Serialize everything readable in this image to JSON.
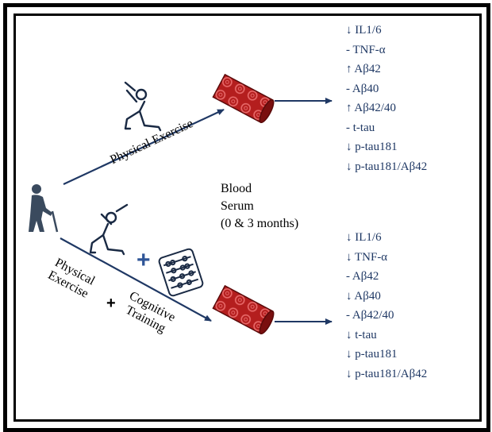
{
  "labels": {
    "top_branch": "Physical Exercise",
    "bottom_branch_left": "Physical\nExercise",
    "bottom_branch_right": "Cognitive\nTraining",
    "plus": "+",
    "blood_line1": "Blood",
    "blood_line2": "Serum",
    "blood_line3": "(0 & 3 months)"
  },
  "top_results": [
    "↓ IL1/6",
    "- TNF-α",
    "↑ Aβ42",
    "- Aβ40",
    "↑ Aβ42/40",
    "- t-tau",
    "↓ p-tau181",
    "↓ p-tau181/Aβ42"
  ],
  "bottom_results": [
    "↓ IL1/6",
    "↓ TNF-α",
    "- Aβ42",
    "↓ Aβ40",
    "- Aβ42/40",
    "↓ t-tau",
    "↓ p-tau181",
    "↓ p-tau181/Aβ42"
  ],
  "icons": {
    "elderly": "elderly-person-icon",
    "exercise_top": "exercise-lunge-icon",
    "exercise_bottom": "exercise-lunge-icon",
    "cognitive": "abacus-icon",
    "blood_vessel": "blood-vessel-icon"
  },
  "colors": {
    "arrow": "#1f3864",
    "vessel": "#b41e1e",
    "vessel_dark": "#7a0f0f",
    "cell_ring": "#e86a6a",
    "text_results": "#1f3864",
    "plus_blue": "#2f5597"
  }
}
